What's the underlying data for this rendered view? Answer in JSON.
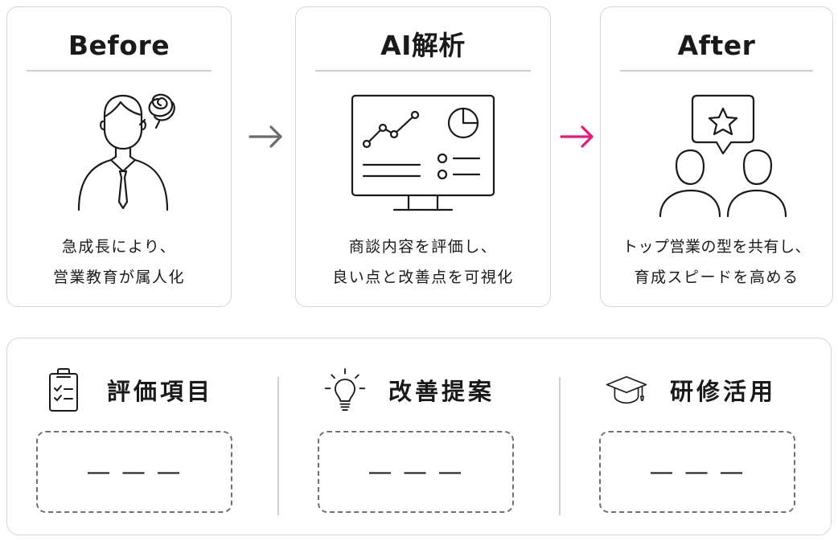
{
  "steps": [
    {
      "title": "Before",
      "line1": "急成長により、",
      "line2": "営業教育が属人化"
    },
    {
      "title": "AI解析",
      "line1": "商談内容を評価し、",
      "line2": "良い点と改善点を可視化"
    },
    {
      "title": "After",
      "line1": "トップ営業の型を共有し、",
      "line2": "育成スピードを高める"
    }
  ],
  "colors": {
    "arrow_gray": "#6b6b6b",
    "arrow_accent": "#e8197d",
    "border": "#d4d4d4"
  },
  "features": [
    {
      "label": "評価項目",
      "icon": "clipboard-checklist-icon",
      "placeholder": "— — —"
    },
    {
      "label": "改善提案",
      "icon": "lightbulb-icon",
      "placeholder": "— — —"
    },
    {
      "label": "研修活用",
      "icon": "graduation-cap-icon",
      "placeholder": "— — —"
    }
  ]
}
